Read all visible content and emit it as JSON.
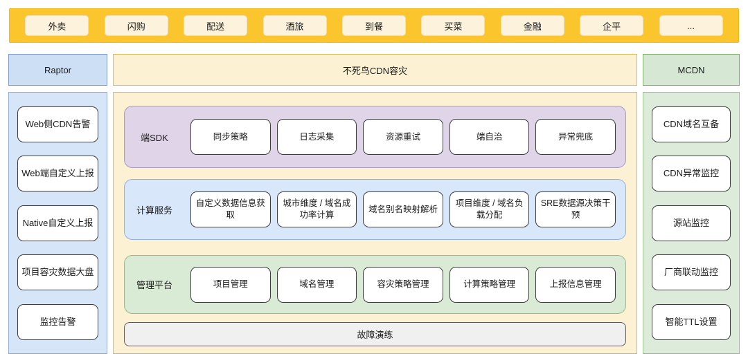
{
  "top_bar": {
    "items": [
      "外卖",
      "闪购",
      "配送",
      "酒旅",
      "到餐",
      "买菜",
      "金融",
      "企平",
      "..."
    ]
  },
  "left_panel": {
    "title": "Raptor",
    "items": [
      "Web侧CDN告警",
      "Web端自定义上报",
      "Native自定义上报",
      "项目容灾数据大盘",
      "监控告警"
    ]
  },
  "center_panel": {
    "title": "不死鸟CDN容灾",
    "rows": [
      {
        "label": "端SDK",
        "items": [
          "同步策略",
          "日志采集",
          "资源重试",
          "端自治",
          "异常兜底"
        ]
      },
      {
        "label": "计算服务",
        "items": [
          "自定义数据信息获取",
          "城市维度 / 域名成功率计算",
          "域名别名映射解析",
          "项目维度 / 域名负载分配",
          "SRE数据源决策干预"
        ]
      },
      {
        "label": "管理平台",
        "items": [
          "项目管理",
          "域名管理",
          "容灾策略管理",
          "计算策略管理",
          "上报信息管理"
        ]
      }
    ],
    "footer": "故障演练"
  },
  "right_panel": {
    "title": "MCDN",
    "items": [
      "CDN域名互备",
      "CDN异常监控",
      "源站监控",
      "厂商联动监控",
      "智能TTL设置"
    ]
  },
  "colors": {
    "topbar_bg": "#FBC52D",
    "topbar_border": "#F2B81E",
    "topbar_item_bg": "#FDF3DC",
    "topbar_item_border": "#F0DFB2",
    "raptor_hdr_bg": "#CDDFF5",
    "raptor_hdr_border": "#7E9CC9",
    "center_bg": "#FCF2D3",
    "center_border": "#DCBC62",
    "mcdn_hdr_bg": "#D6E8D4",
    "mcdn_hdr_border": "#7FAF6C",
    "left_panel_bg": "#D7E5F8",
    "left_panel_border": "#92AED8",
    "right_panel_bg": "#DCEBDA",
    "right_panel_border": "#9DC290",
    "sdk_row_bg": "#DFD4E8",
    "sdk_row_border": "#AB97C4",
    "compute_row_bg": "#D8E7FA",
    "compute_row_border": "#90B0DD",
    "mgmt_row_bg": "#D9EAD5",
    "mgmt_row_border": "#92BE85",
    "footer_bg": "#F0F0F0",
    "footer_border": "#595959",
    "node_bg": "#FFFFFF",
    "node_border": "#3D3D3D"
  }
}
